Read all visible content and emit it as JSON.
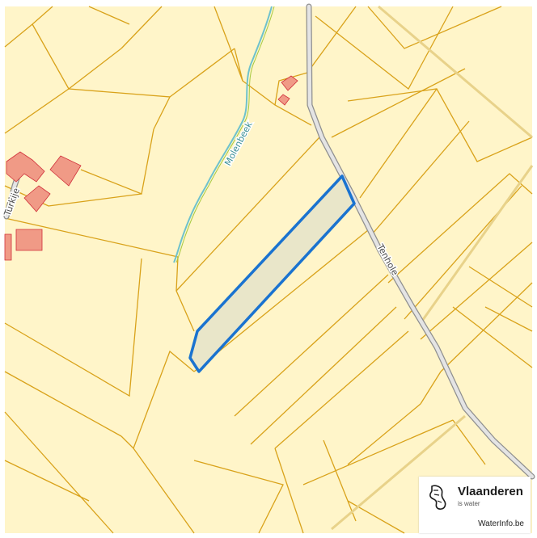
{
  "map": {
    "background_color": "#fff5c9",
    "parcel_border_color": "#d9a21a",
    "selected_parcel_fill": "#e9e6c9",
    "selected_parcel_border": "#1a73d0",
    "building_color": "#f09a86",
    "road_color": "#8f8f8f",
    "stream_color": "#6ec2cc",
    "labels": {
      "stream": "Molenbeek",
      "road_main": "Tenhole",
      "road_west": "Turkije"
    }
  },
  "branding": {
    "name": "Vlaanderen",
    "tagline": "is water",
    "site": "WaterInfo.be",
    "icon": "flemish-lion-icon"
  }
}
